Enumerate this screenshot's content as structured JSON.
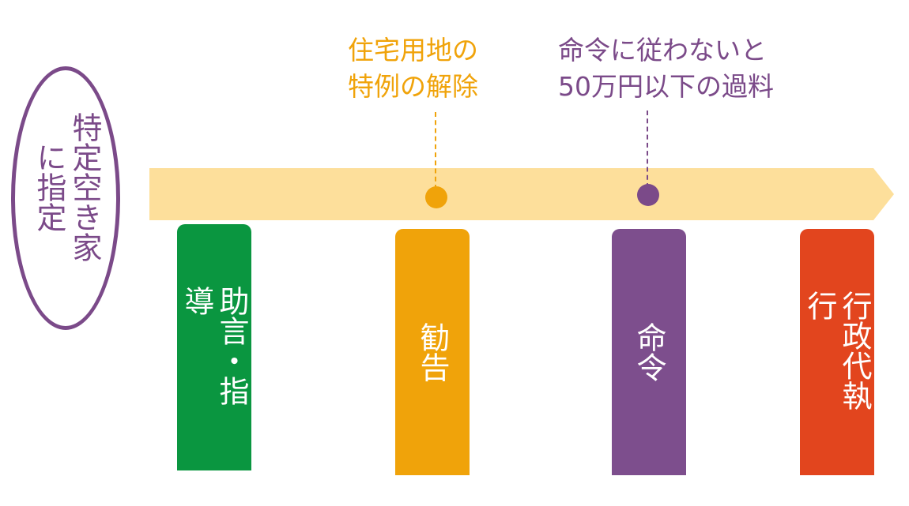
{
  "designation": {
    "line1": "特定空き家",
    "line2": "に指定"
  },
  "notes": {
    "recommend_note": [
      "住宅用地の",
      "特例の解除"
    ],
    "order_note": [
      "命令に従わないと",
      "50万円以下の過料"
    ]
  },
  "stages": [
    {
      "label": "助言・指導",
      "color": "#0a9640"
    },
    {
      "label": "勧告",
      "color": "#f0a30a"
    },
    {
      "label": "命令",
      "color": "#7d4e8d"
    },
    {
      "label": "行政代執行",
      "color": "#e2451e"
    }
  ],
  "colors": {
    "arrow": "#fddf9b",
    "purple": "#7b4a89",
    "orange": "#f0a30a"
  }
}
